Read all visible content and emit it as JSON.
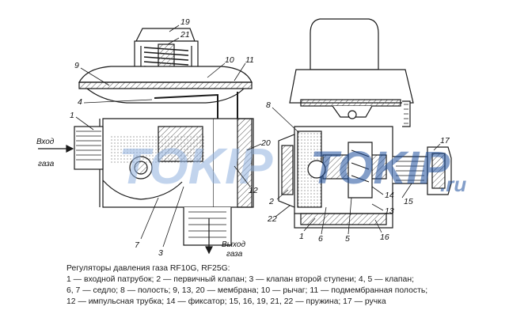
{
  "labels": {
    "left": [
      "19",
      "21",
      "9",
      "10",
      "11",
      "4",
      "1",
      "20",
      "12",
      "7",
      "3"
    ],
    "right": [
      "8",
      "17",
      "2",
      "22",
      "14",
      "13",
      "15",
      "1",
      "6",
      "5",
      "16"
    ]
  },
  "flow": {
    "inlet_line1": "Вход",
    "inlet_line2": "газа",
    "outlet_line1": "Выход",
    "outlet_line2": "газа"
  },
  "watermark": {
    "brand": "TOKIP",
    "domain": ".ru"
  },
  "caption": {
    "title": "Регуляторы давления газа RF10G, RF25G:",
    "line1": "1 — входной патрубок; 2 — первичный клапан; 3 — клапан второй ступени; 4, 5 — клапан;",
    "line2": "6, 7 — седло; 8 — полость; 9, 13, 20 — мембрана; 10 — рычаг; 11 — подмембранная полость;",
    "line3": "12 — импульсная трубка; 14 — фиксатор; 15, 16, 19, 21, 22 — пружина; 17 — ручка"
  },
  "colors": {
    "line": "#1a1a1a",
    "watermark": "#1e4f9c",
    "watermark_light": "#8fb0df",
    "hatch": "#555555"
  }
}
